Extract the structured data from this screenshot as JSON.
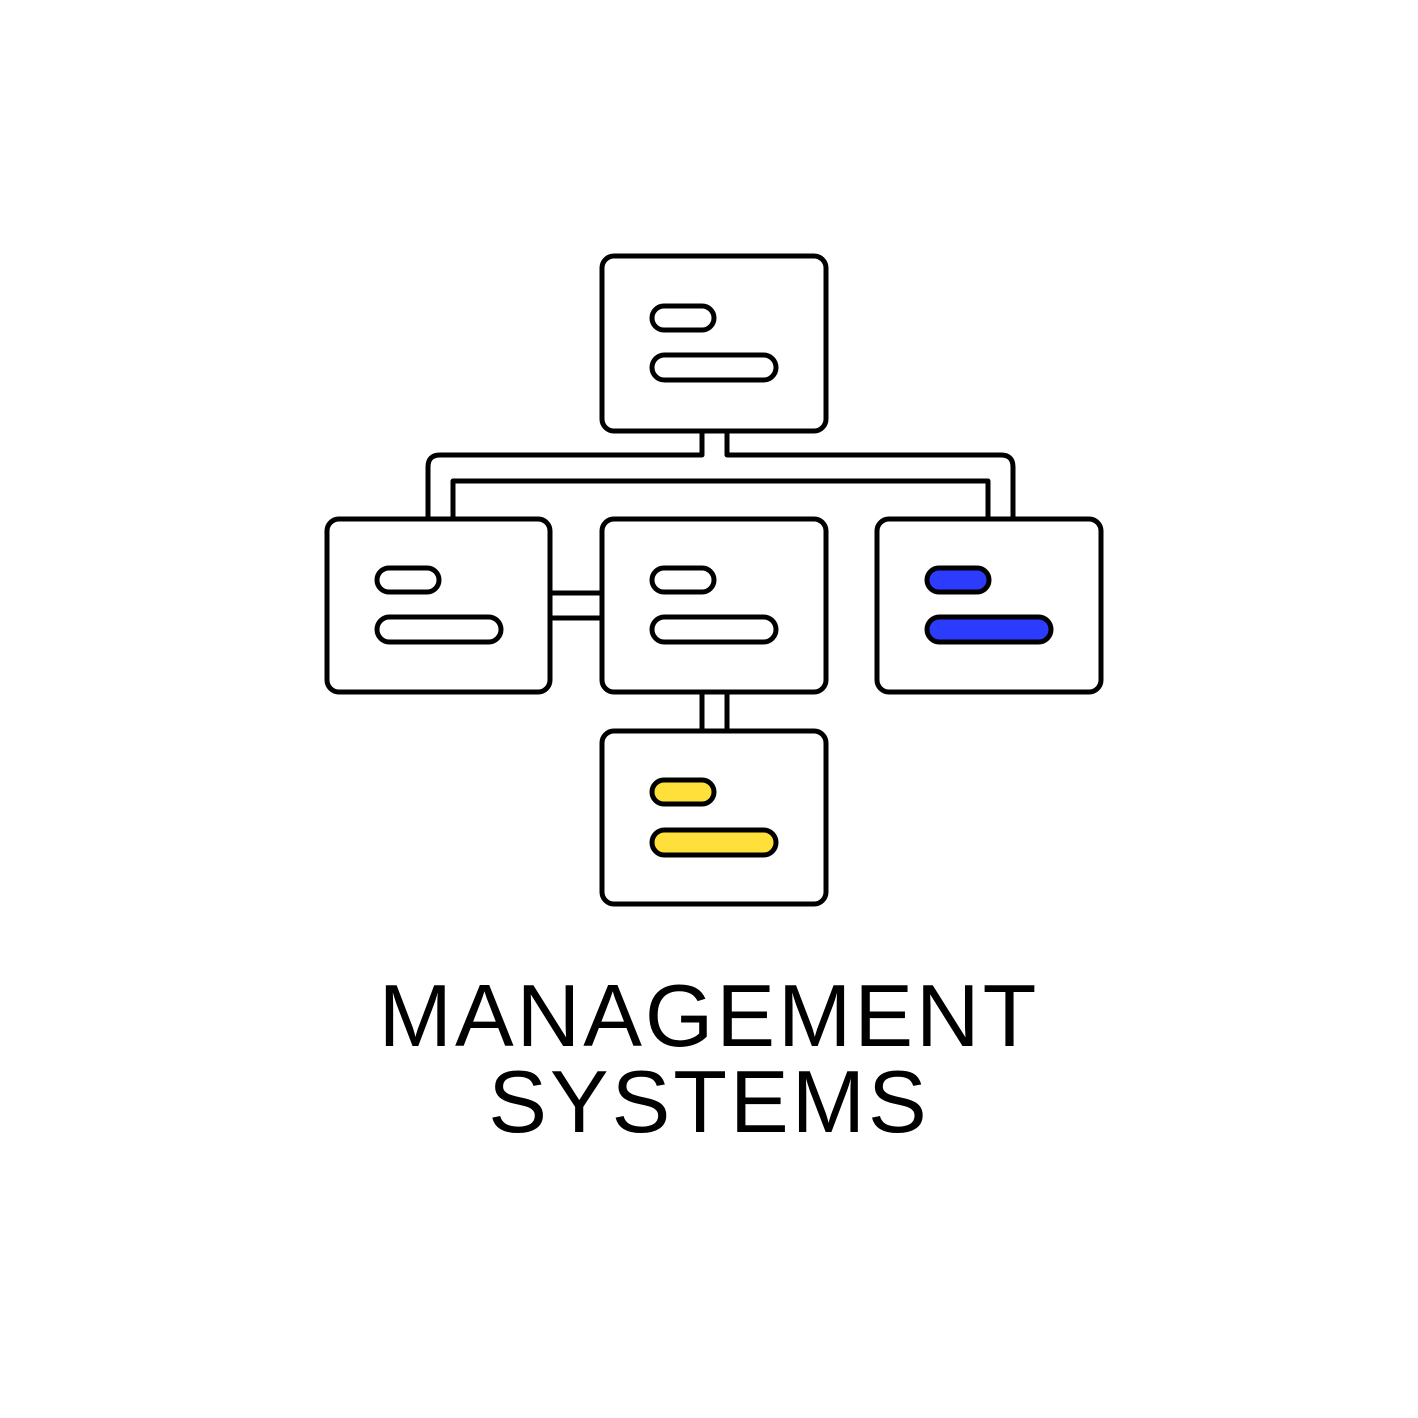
{
  "caption": {
    "line1": "MANAGEMENT",
    "line2": "SYSTEMS"
  },
  "colors": {
    "stroke": "#000000",
    "background": "#ffffff",
    "accent_blue": "#2b3cff",
    "accent_yellow": "#ffe03a"
  },
  "diagram": {
    "type": "org-chart-icon",
    "nodes": [
      {
        "id": "root",
        "bar_fill": "none"
      },
      {
        "id": "left",
        "bar_fill": "none"
      },
      {
        "id": "center",
        "bar_fill": "none"
      },
      {
        "id": "right",
        "bar_fill": "accent_blue"
      },
      {
        "id": "bottom",
        "bar_fill": "accent_yellow"
      }
    ]
  }
}
